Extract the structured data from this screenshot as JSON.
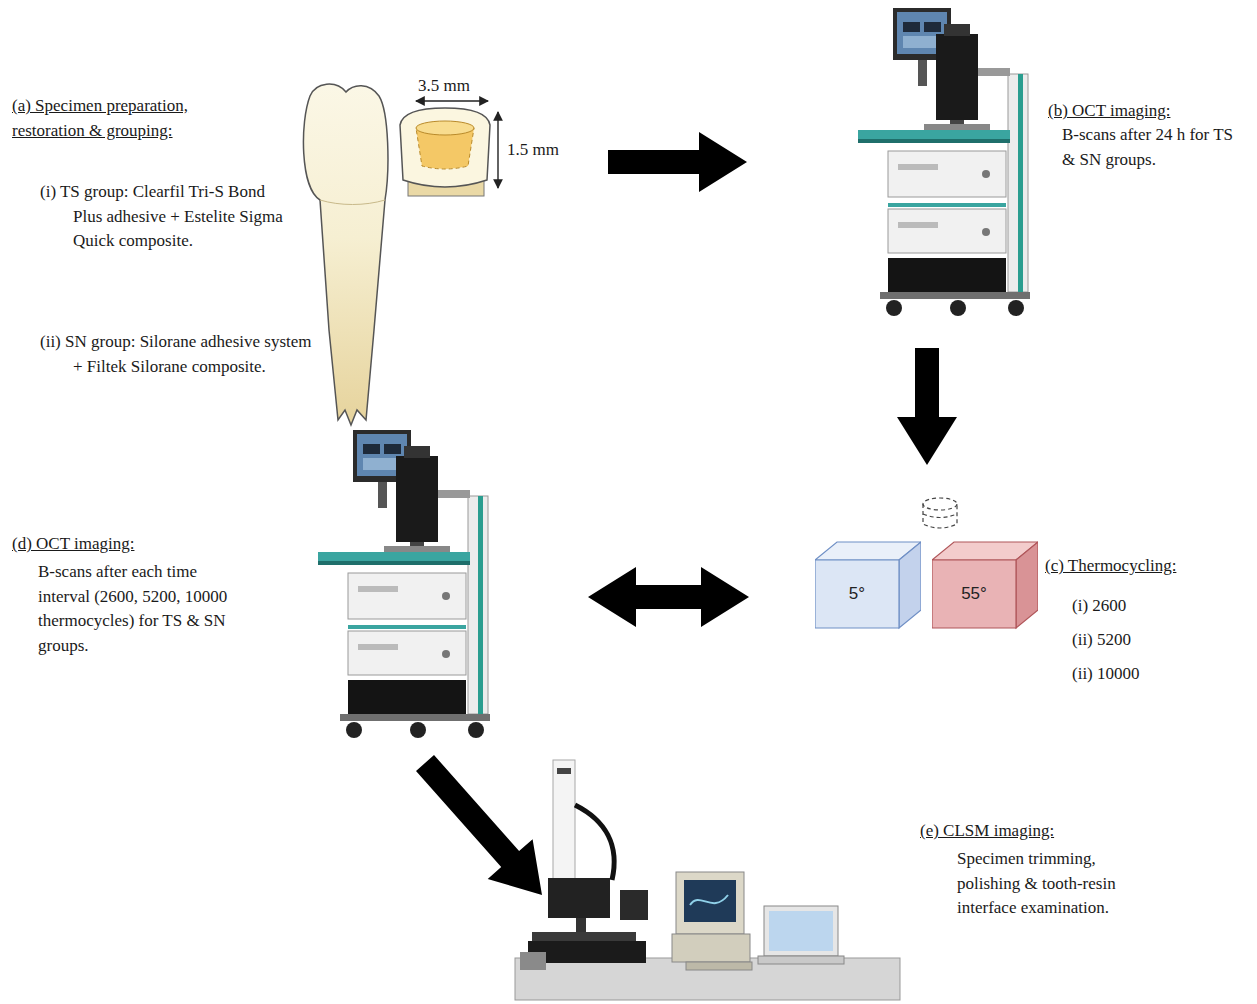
{
  "diagram": {
    "nodes": [
      {
        "text": [
          "(a) Specimen preparation, restoration & grouping:",
          "(i) TS group: Clearfil Tri-S Bond Plus adhesive + Estelite Sigma Quick composite.",
          "(ii) SN group: Silorane adhesive system + Filtek Silorane composite."
        ]
      },
      {
        "text": [
          "(b) OCT imaging:",
          "B-scans after 24 h for TS & SN groups."
        ]
      },
      {
        "text": [
          "(c) Thermocycling:",
          "(i) 2600",
          "(ii) 5200",
          "(ii) 10000"
        ]
      },
      {
        "text": [
          "5°"
        ],
        "in": 2
      },
      {
        "text": [
          "55°"
        ],
        "in": 2
      },
      {
        "text": [
          "(d) OCT imaging:",
          "B-scans after each time interval (2600, 5200, 10000 thermocycles) for TS & SN groups."
        ]
      },
      {
        "text": [
          "(e) CLSM imaging:",
          "Specimen trimming, polishing & tooth-resin interface examination."
        ]
      }
    ],
    "edges": [
      {
        "from": 0,
        "to": 1,
        "arrow": "to"
      },
      {
        "from": 1,
        "to": 2,
        "arrow": "to"
      },
      {
        "from": 2,
        "to": 5,
        "arrow": "both"
      },
      {
        "from": 5,
        "to": 6,
        "arrow": "to"
      }
    ],
    "labels": [
      "3.5 mm",
      "1.5 mm"
    ]
  }
}
